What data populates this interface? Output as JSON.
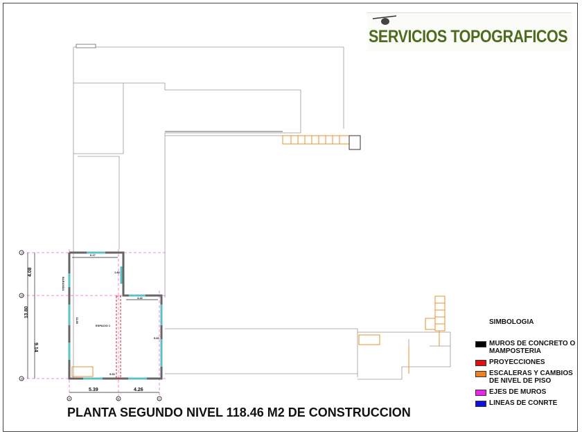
{
  "logo": {
    "text": "SERVICIOS TOPOGRAFICOS"
  },
  "title": "PLANTA SEGUNDO NIVEL 118.46 M2 DE CONSTRUCCION",
  "legend": {
    "title": "SIMBOLOGIA",
    "items": [
      {
        "label": "MUROS DE CONCRETO O MAMPOSTERIA",
        "color": "#000000"
      },
      {
        "label": "PROYECCIONES",
        "color": "#e01010"
      },
      {
        "label": "ESCALERAS Y CAMBIOS DE NIVEL DE PISO",
        "color": "#f08020"
      },
      {
        "label": "EJES DE MUROS",
        "color": "#ee22ee"
      },
      {
        "label": "LINEAS DE CONRTE",
        "color": "#1010dd"
      }
    ]
  },
  "plan": {
    "dims": {
      "d1": "4.08",
      "d2": "13.80",
      "d3": "9.14",
      "d4": "5.39",
      "d5": "4.26",
      "d6": "6.17",
      "d7": "4.42",
      "d8": "1.80",
      "d9": "5.60",
      "d10": "5.00",
      "d11": "13.80"
    },
    "room": "ESPACIO 1",
    "side_label": "BARANDA",
    "axes": [
      "A",
      "B",
      "C",
      "1",
      "2",
      "3"
    ]
  }
}
